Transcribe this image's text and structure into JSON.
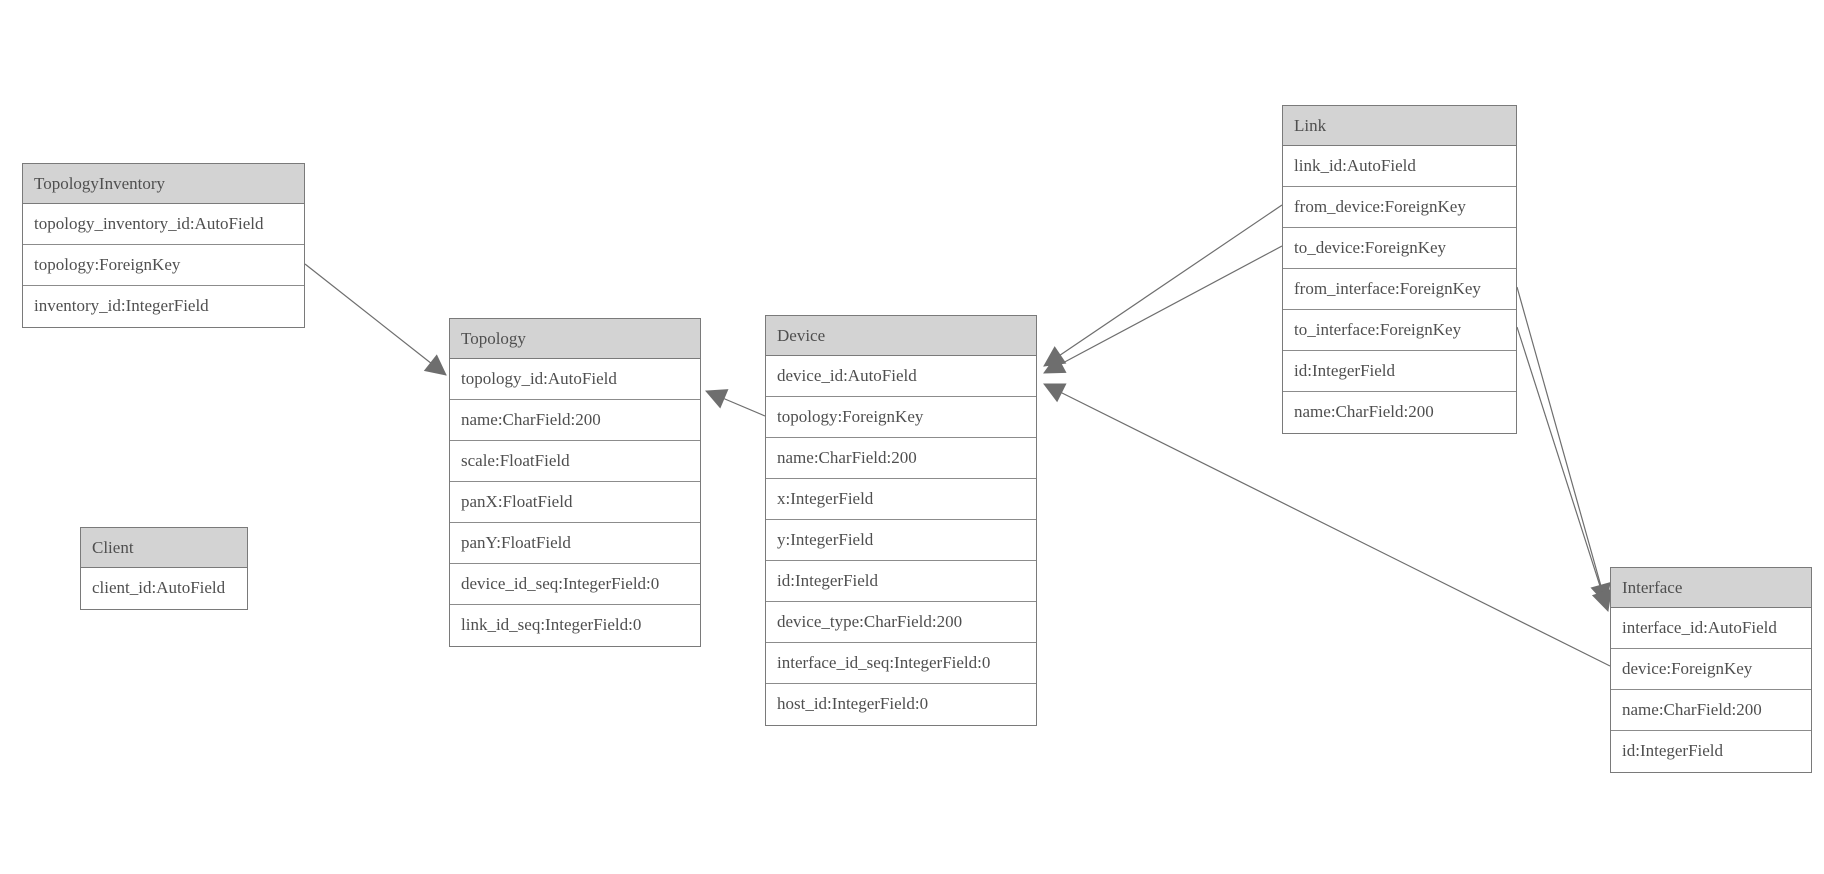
{
  "colors": {
    "header_bg": "#d3d3d3",
    "border": "#7a7a7a",
    "text": "#4f4f4f",
    "line": "#6e6e6e"
  },
  "tables": {
    "topology_inventory": {
      "title": "TopologyInventory",
      "rows": [
        "topology_inventory_id:AutoField",
        "topology:ForeignKey",
        "inventory_id:IntegerField"
      ]
    },
    "topology": {
      "title": "Topology",
      "rows": [
        "topology_id:AutoField",
        "name:CharField:200",
        "scale:FloatField",
        "panX:FloatField",
        "panY:FloatField",
        "device_id_seq:IntegerField:0",
        "link_id_seq:IntegerField:0"
      ]
    },
    "client": {
      "title": "Client",
      "rows": [
        "client_id:AutoField"
      ]
    },
    "device": {
      "title": "Device",
      "rows": [
        "device_id:AutoField",
        "topology:ForeignKey",
        "name:CharField:200",
        "x:IntegerField",
        "y:IntegerField",
        "id:IntegerField",
        "device_type:CharField:200",
        "interface_id_seq:IntegerField:0",
        "host_id:IntegerField:0"
      ]
    },
    "link": {
      "title": "Link",
      "rows": [
        "link_id:AutoField",
        "from_device:ForeignKey",
        "to_device:ForeignKey",
        "from_interface:ForeignKey",
        "to_interface:ForeignKey",
        "id:IntegerField",
        "name:CharField:200"
      ]
    },
    "interface": {
      "title": "Interface",
      "rows": [
        "interface_id:AutoField",
        "device:ForeignKey",
        "name:CharField:200",
        "id:IntegerField"
      ]
    }
  },
  "edges": [
    {
      "from": "TopologyInventory.topology",
      "to": "Topology"
    },
    {
      "from": "Device.topology",
      "to": "Topology"
    },
    {
      "from": "Link.from_device",
      "to": "Device"
    },
    {
      "from": "Link.to_device",
      "to": "Device"
    },
    {
      "from": "Interface.device",
      "to": "Device"
    },
    {
      "from": "Link.from_interface",
      "to": "Interface"
    },
    {
      "from": "Link.to_interface",
      "to": "Interface"
    }
  ]
}
